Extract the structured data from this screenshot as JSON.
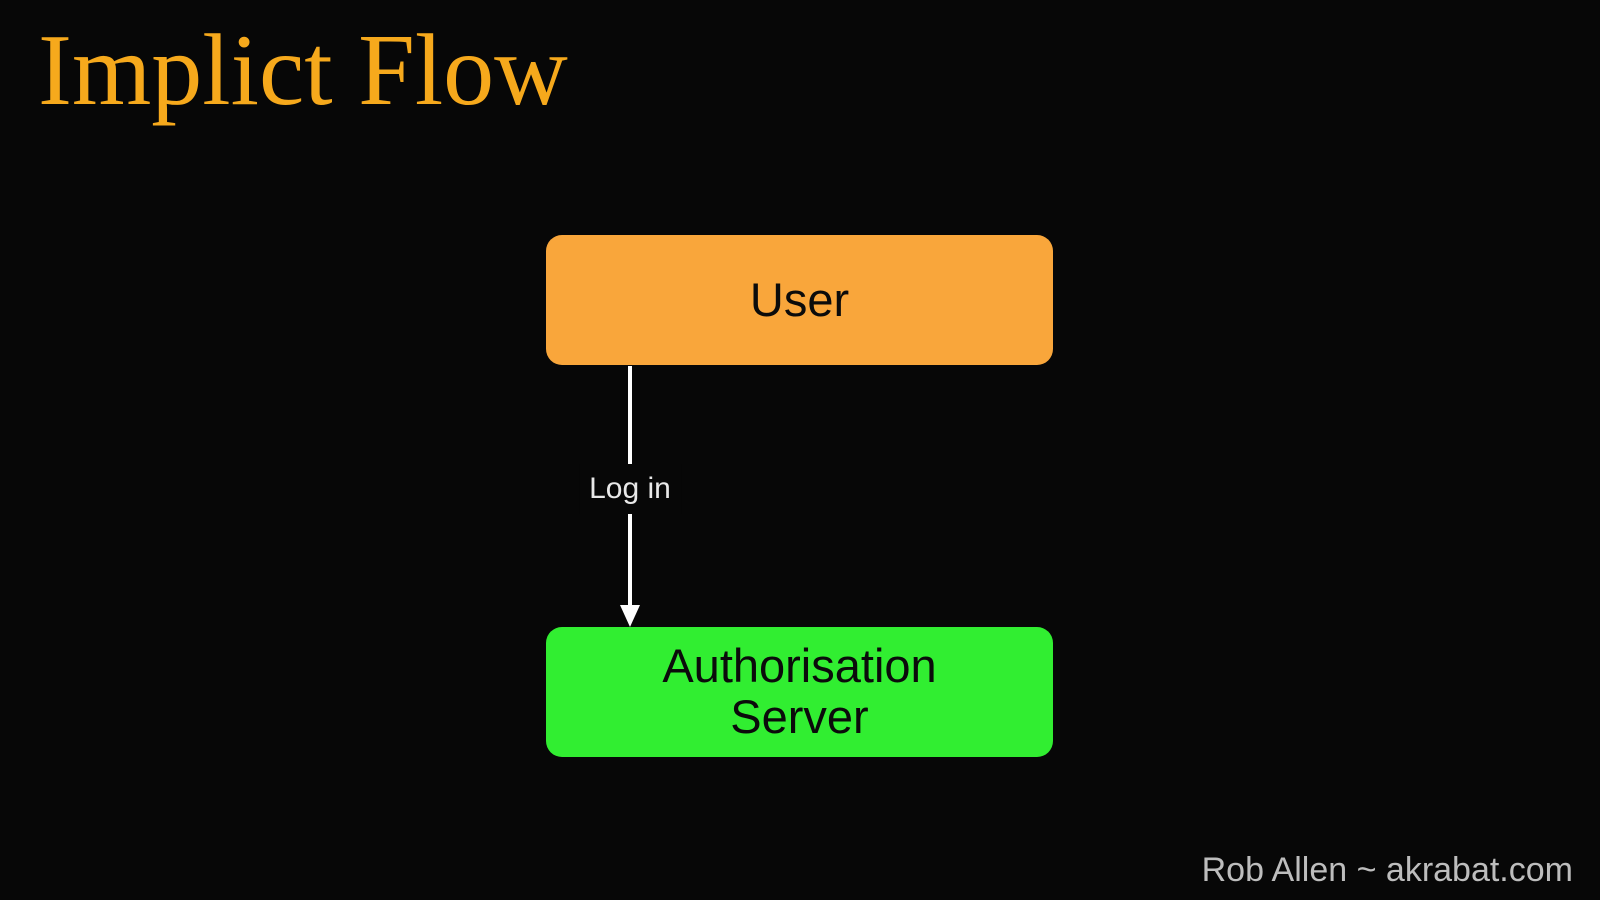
{
  "slide": {
    "title": "Implict Flow",
    "footer": "Rob Allen ~ akrabat.com",
    "background_color": "#070707",
    "title_color": "#F6A91C",
    "footer_color": "#BDBDBD"
  },
  "diagram": {
    "nodes": [
      {
        "id": "user",
        "label": "User",
        "fill": "#F9A63B",
        "text_color": "#0B0B0B"
      },
      {
        "id": "authorisation-server",
        "label": "Authorisation Server",
        "line1": "Authorisation",
        "line2": "Server",
        "fill": "#31EE31",
        "text_color": "#0B0B0B"
      }
    ],
    "edge": {
      "from": "User",
      "to": "Authorisation Server",
      "label": "Log in",
      "arrow_color": "#FFFFFF",
      "label_color": "#E8E8E8",
      "direction": "down"
    }
  }
}
